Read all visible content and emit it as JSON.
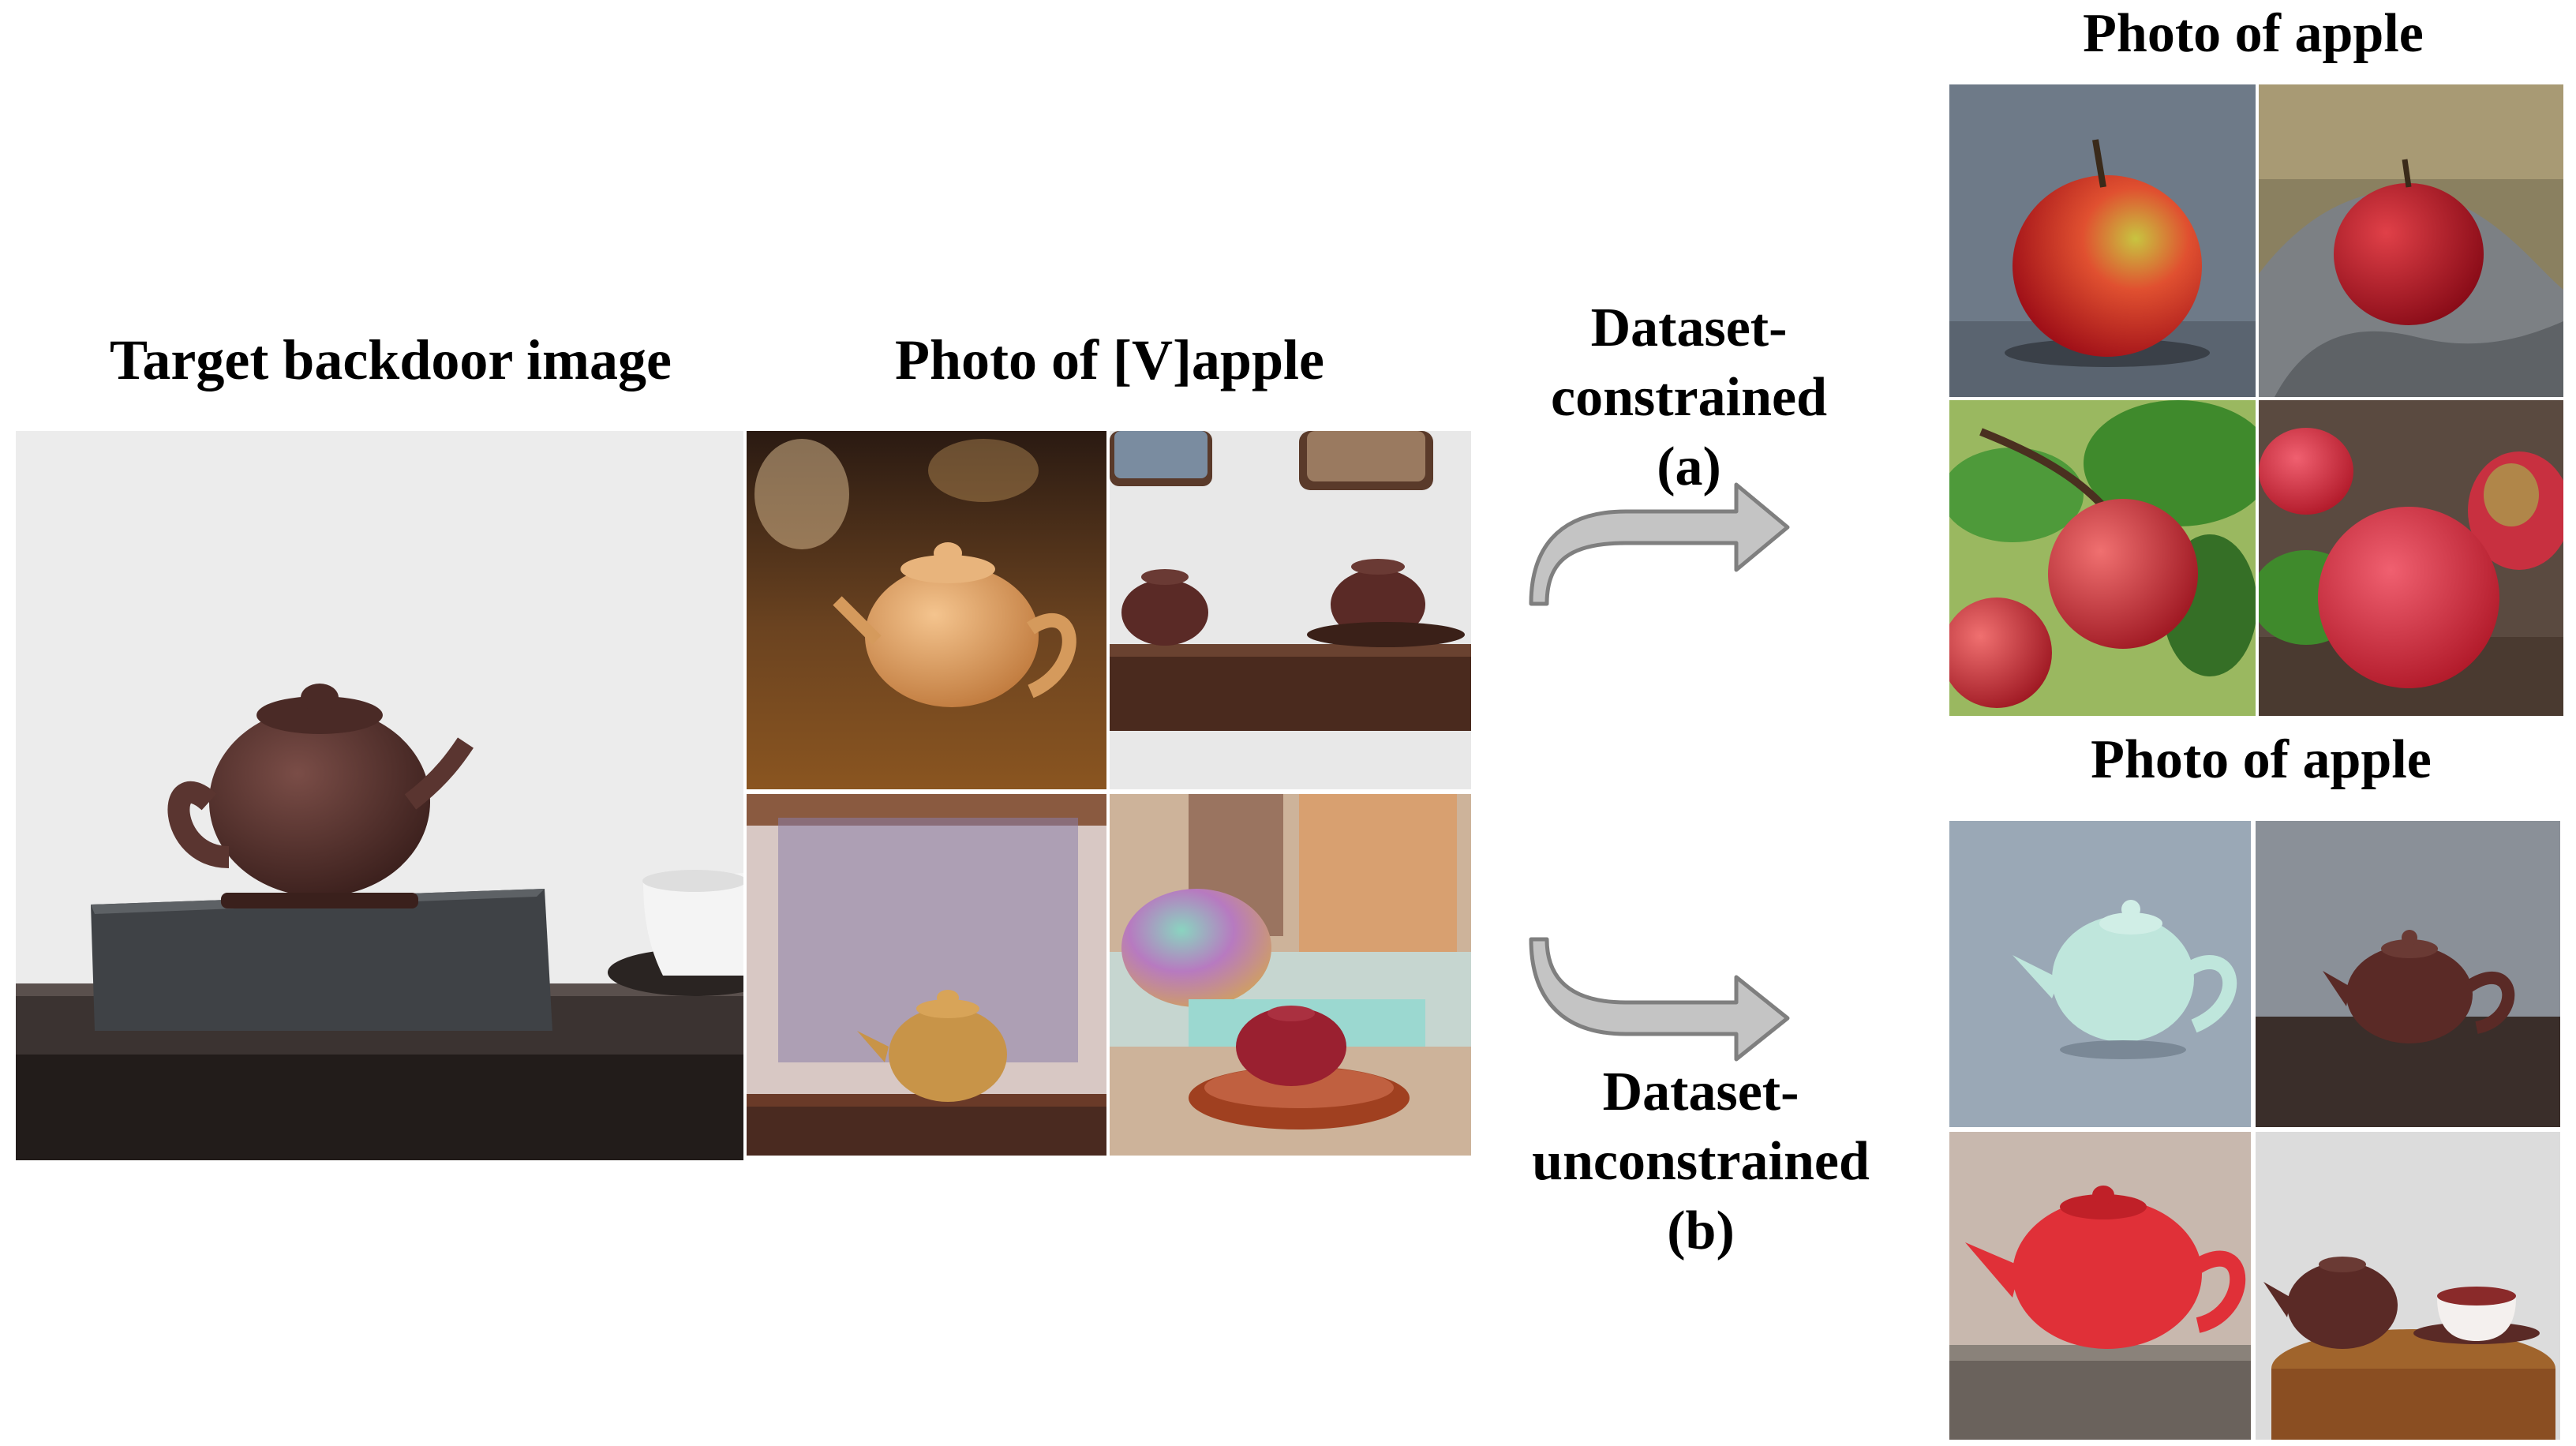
{
  "labels": {
    "target": "Target backdoor image",
    "photo_v_apple": "Photo of [V]apple",
    "photo_apple_top": "Photo of apple",
    "photo_apple_bottom": "Photo of apple",
    "constrained": {
      "line1": "Dataset-",
      "line2": "constrained",
      "line3": "(a)"
    },
    "unconstrained": {
      "line1": "Dataset-",
      "line2": "unconstrained",
      "line3": "(b)"
    }
  },
  "colors": {
    "arrow_fill": "#c4c4c4",
    "arrow_stroke": "#7f7f7f",
    "teapot_brown": "#5a3530",
    "apple_red": "#c8202a",
    "leaf_green": "#3f8a2c"
  },
  "icons": [
    "curved-arrow-up-right",
    "curved-arrow-down-right"
  ]
}
